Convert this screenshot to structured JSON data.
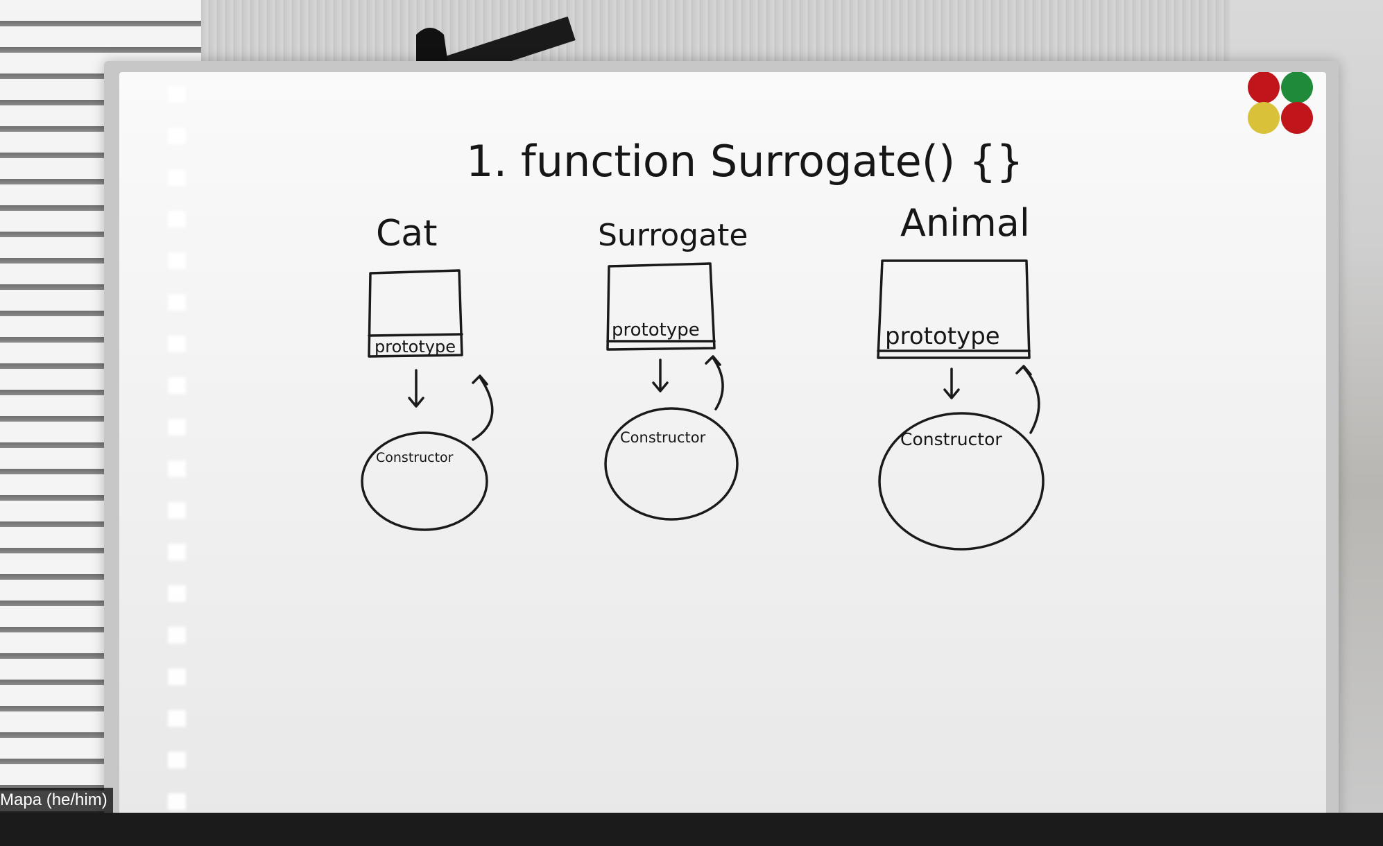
{
  "board": {
    "title": "1. function Surrogate() {}",
    "boxes": [
      {
        "heading": "Cat",
        "slot_label": "prototype",
        "circle_label": "Constructor"
      },
      {
        "heading": "Surrogate",
        "slot_label": "prototype",
        "circle_label": "Constructor"
      },
      {
        "heading": "Animal",
        "slot_label": "prototype",
        "circle_label": "Constructor"
      }
    ]
  },
  "participant": {
    "name": "Mapa (he/him)"
  },
  "colors": {
    "marker_ink": "#1a1a1a",
    "magnet_red": "#c0161b",
    "magnet_green": "#1e8a3a",
    "magnet_yellow": "#d9c23a"
  }
}
